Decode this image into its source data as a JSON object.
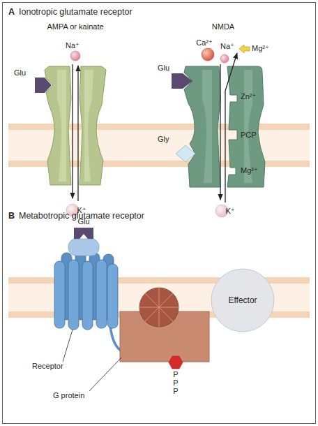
{
  "diagram": {
    "nodes": [
      {
        "text": [
          "Effector"
        ]
      }
    ],
    "labels": [
      "A",
      "Ionotropic glutamate receptor",
      "AMPA or kainate",
      "NMDA",
      "Na⁺",
      "Glu",
      "K⁺",
      "Ca²⁺",
      "Na⁺",
      "Mg²⁺",
      "Glu",
      "Zn²⁺",
      "Gly",
      "PCP",
      "Mg²⁺",
      "K⁺",
      "B",
      "Metabotropic glutamate receptor",
      "Glu",
      "Receptor",
      "G protein",
      "P",
      "P",
      "P"
    ]
  }
}
